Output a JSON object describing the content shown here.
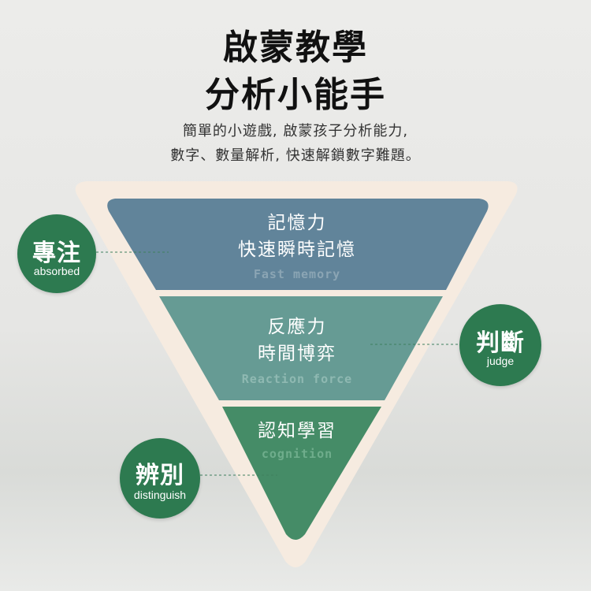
{
  "title": {
    "line1": "啟蒙教學",
    "line2": "分析小能手"
  },
  "subtitle": {
    "line1": "簡單的小遊戲, 啟蒙孩子分析能力,",
    "line2": "數字、數量解析, 快速解鎖數字難題。"
  },
  "tiers": [
    {
      "cn_line1": "記憶力",
      "cn_line2": "快速瞬時記憶",
      "en": "Fast memory",
      "color": "#61849a",
      "en_color": "#8ba5b4"
    },
    {
      "cn_line1": "反應力",
      "cn_line2": "時間博弈",
      "en": "Reaction force",
      "color": "#669b94",
      "en_color": "#8fb9b2"
    },
    {
      "cn_line1": "認知學習",
      "en": "cognition",
      "color": "#458c67",
      "en_color": "#6fad8c"
    }
  ],
  "badges": {
    "focus": {
      "cn": "專注",
      "en": "absorbed"
    },
    "judge": {
      "cn": "判斷",
      "en": "judge"
    },
    "distinguish": {
      "cn": "辨別",
      "en": "distinguish"
    }
  },
  "colors": {
    "badge": "#2d7a50",
    "frame": "#f6ebe0",
    "title": "#111111"
  }
}
